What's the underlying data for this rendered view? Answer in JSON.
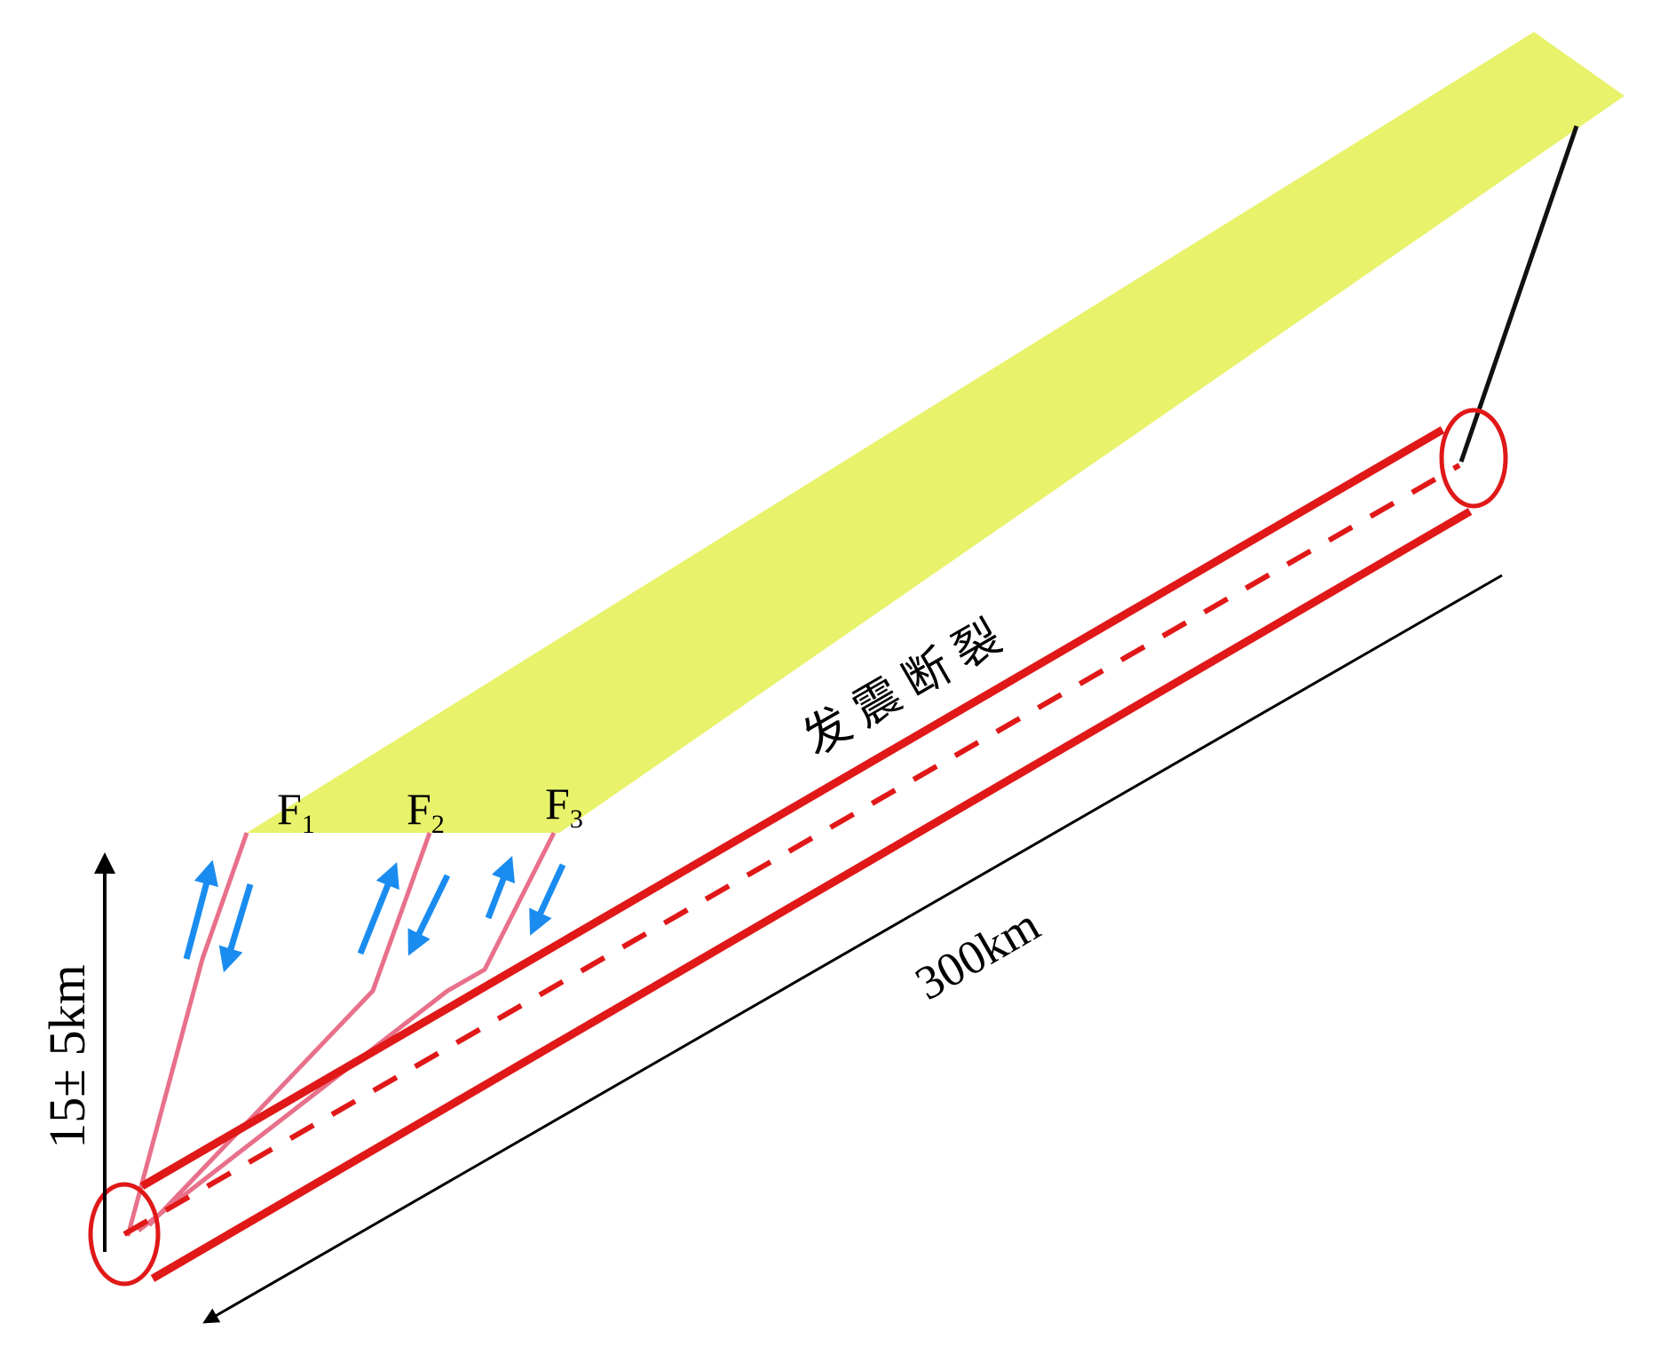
{
  "labels": {
    "f1": "F",
    "f1_sub": "1",
    "f2": "F",
    "f2_sub": "2",
    "f3": "F",
    "f3_sub": "3",
    "seismogenic_fault": "发 震 断 裂",
    "length": "300km",
    "depth": "15± 5km"
  },
  "colors": {
    "surface": "#e8f26a",
    "tube": "#e01818",
    "fault_lines": "#e8708a",
    "slip_arrows": "#1a8cf0"
  }
}
